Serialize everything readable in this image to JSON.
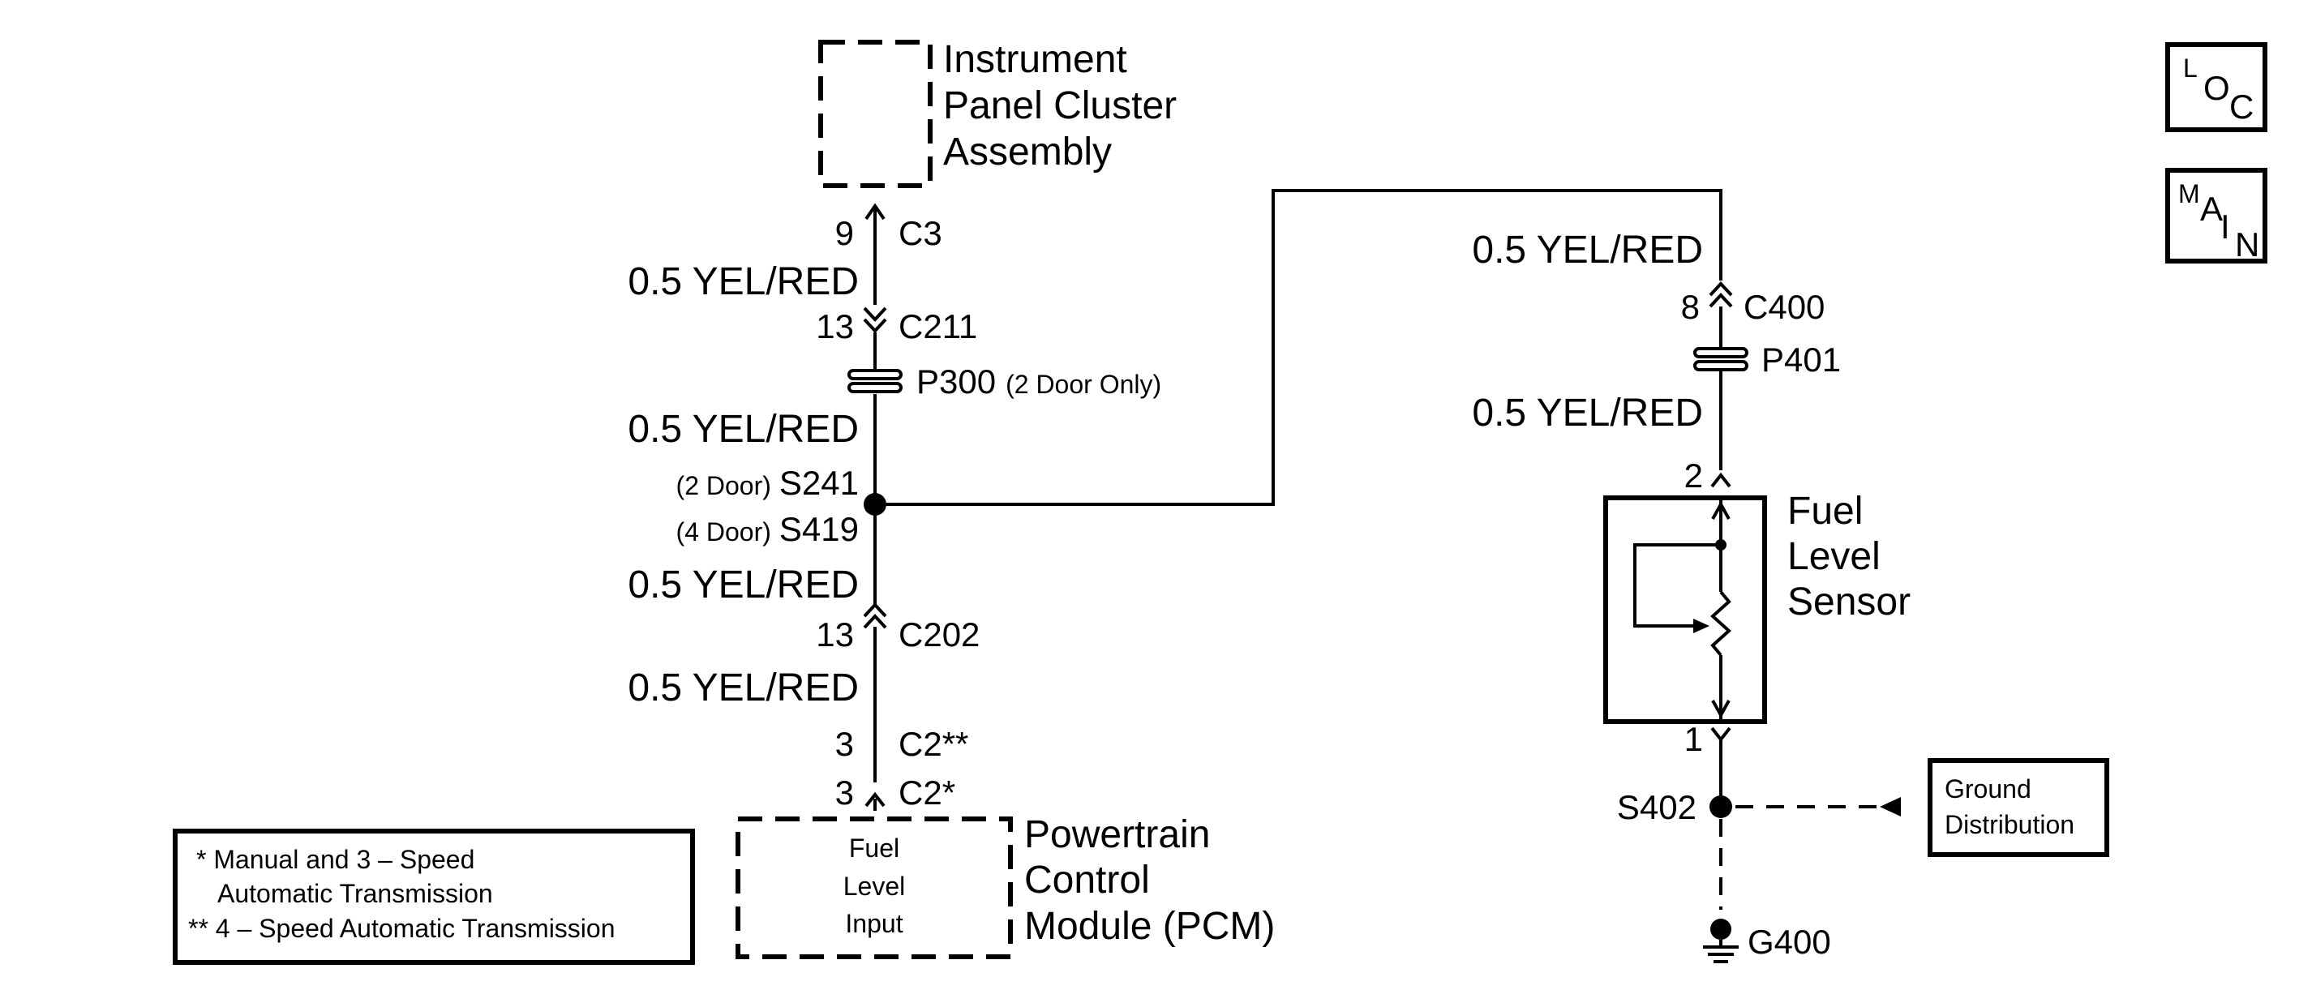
{
  "components": {
    "ipc": {
      "line1": "Instrument",
      "line2": "Panel Cluster",
      "line3": "Assembly"
    },
    "pcm": {
      "line1": "Powertrain",
      "line2": "Control",
      "line3": "Module (PCM)",
      "inner1": "Fuel",
      "inner2": "Level",
      "inner3": "Input"
    },
    "sensor": {
      "line1": "Fuel",
      "line2": "Level",
      "line3": "Sensor"
    },
    "ground_dist": {
      "line1": "Ground",
      "line2": "Distribution"
    }
  },
  "left_circuit": {
    "pin_c3": "9",
    "conn_c3": "C3",
    "wire1": "0.5 YEL/RED",
    "pin_c211": "13",
    "conn_c211": "C211",
    "pass_p300": "P300",
    "pass_p300_note": "(2 Door Only)",
    "wire2": "0.5 YEL/RED",
    "splice1_note": "(2 Door)",
    "splice1": "S241",
    "splice2_note": "(4 Door)",
    "splice2": "S419",
    "wire3": "0.5 YEL/RED",
    "pin_c202": "13",
    "conn_c202": "C202",
    "wire4": "0.5 YEL/RED",
    "pin_c2a": "3",
    "conn_c2a": "C2**",
    "pin_c2b": "3",
    "conn_c2b": "C2*"
  },
  "right_circuit": {
    "wire1": "0.5 YEL/RED",
    "pin_c400": "8",
    "conn_c400": "C400",
    "pass_p401": "P401",
    "wire2": "0.5 YEL/RED",
    "pin_top": "2",
    "pin_bottom": "1",
    "splice": "S402",
    "ground": "G400"
  },
  "legend": {
    "line1": "* Manual and 3 – Speed",
    "line2": "Automatic Transmission",
    "line3": "** 4 – Speed Automatic Transmission"
  },
  "nav": {
    "loc": {
      "a": "L",
      "b": "O",
      "c": "C"
    },
    "main": {
      "a": "M",
      "b": "A",
      "c": "I",
      "d": "N"
    }
  }
}
